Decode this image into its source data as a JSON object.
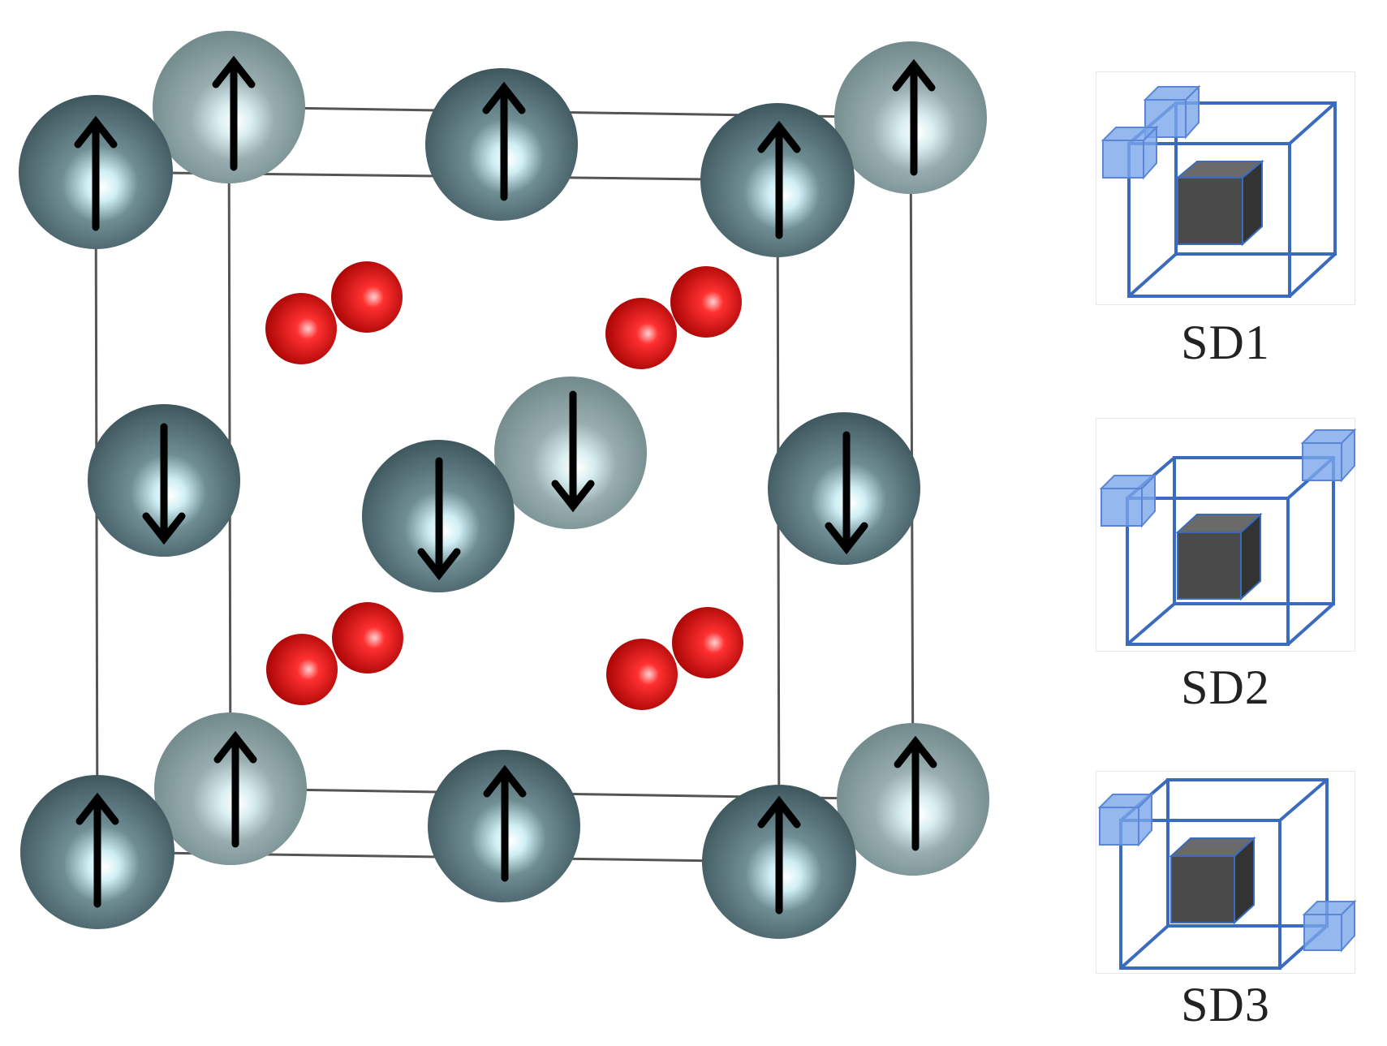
{
  "legend": {
    "items": [
      {
        "id": "sd1",
        "label": "SD1"
      },
      {
        "id": "sd2",
        "label": "SD2"
      },
      {
        "id": "sd3",
        "label": "SD3"
      }
    ]
  },
  "colors": {
    "cation_dark": "#4e6b72",
    "cation_light": "#8fa5a8",
    "oxygen": "#d40000",
    "cell_edge": "#555555",
    "spin_arrow": "#000000",
    "defect_frame": "#3b6bbf",
    "defect_cube": "#7aa6ea",
    "core_cube": "#4a4a4a"
  },
  "spins": {
    "front_corners": "up",
    "back_corners": "up",
    "top_edge_centers": "up",
    "bottom_edge_centers": "up",
    "side_face_centers": "down",
    "body_center_pair": "down"
  }
}
